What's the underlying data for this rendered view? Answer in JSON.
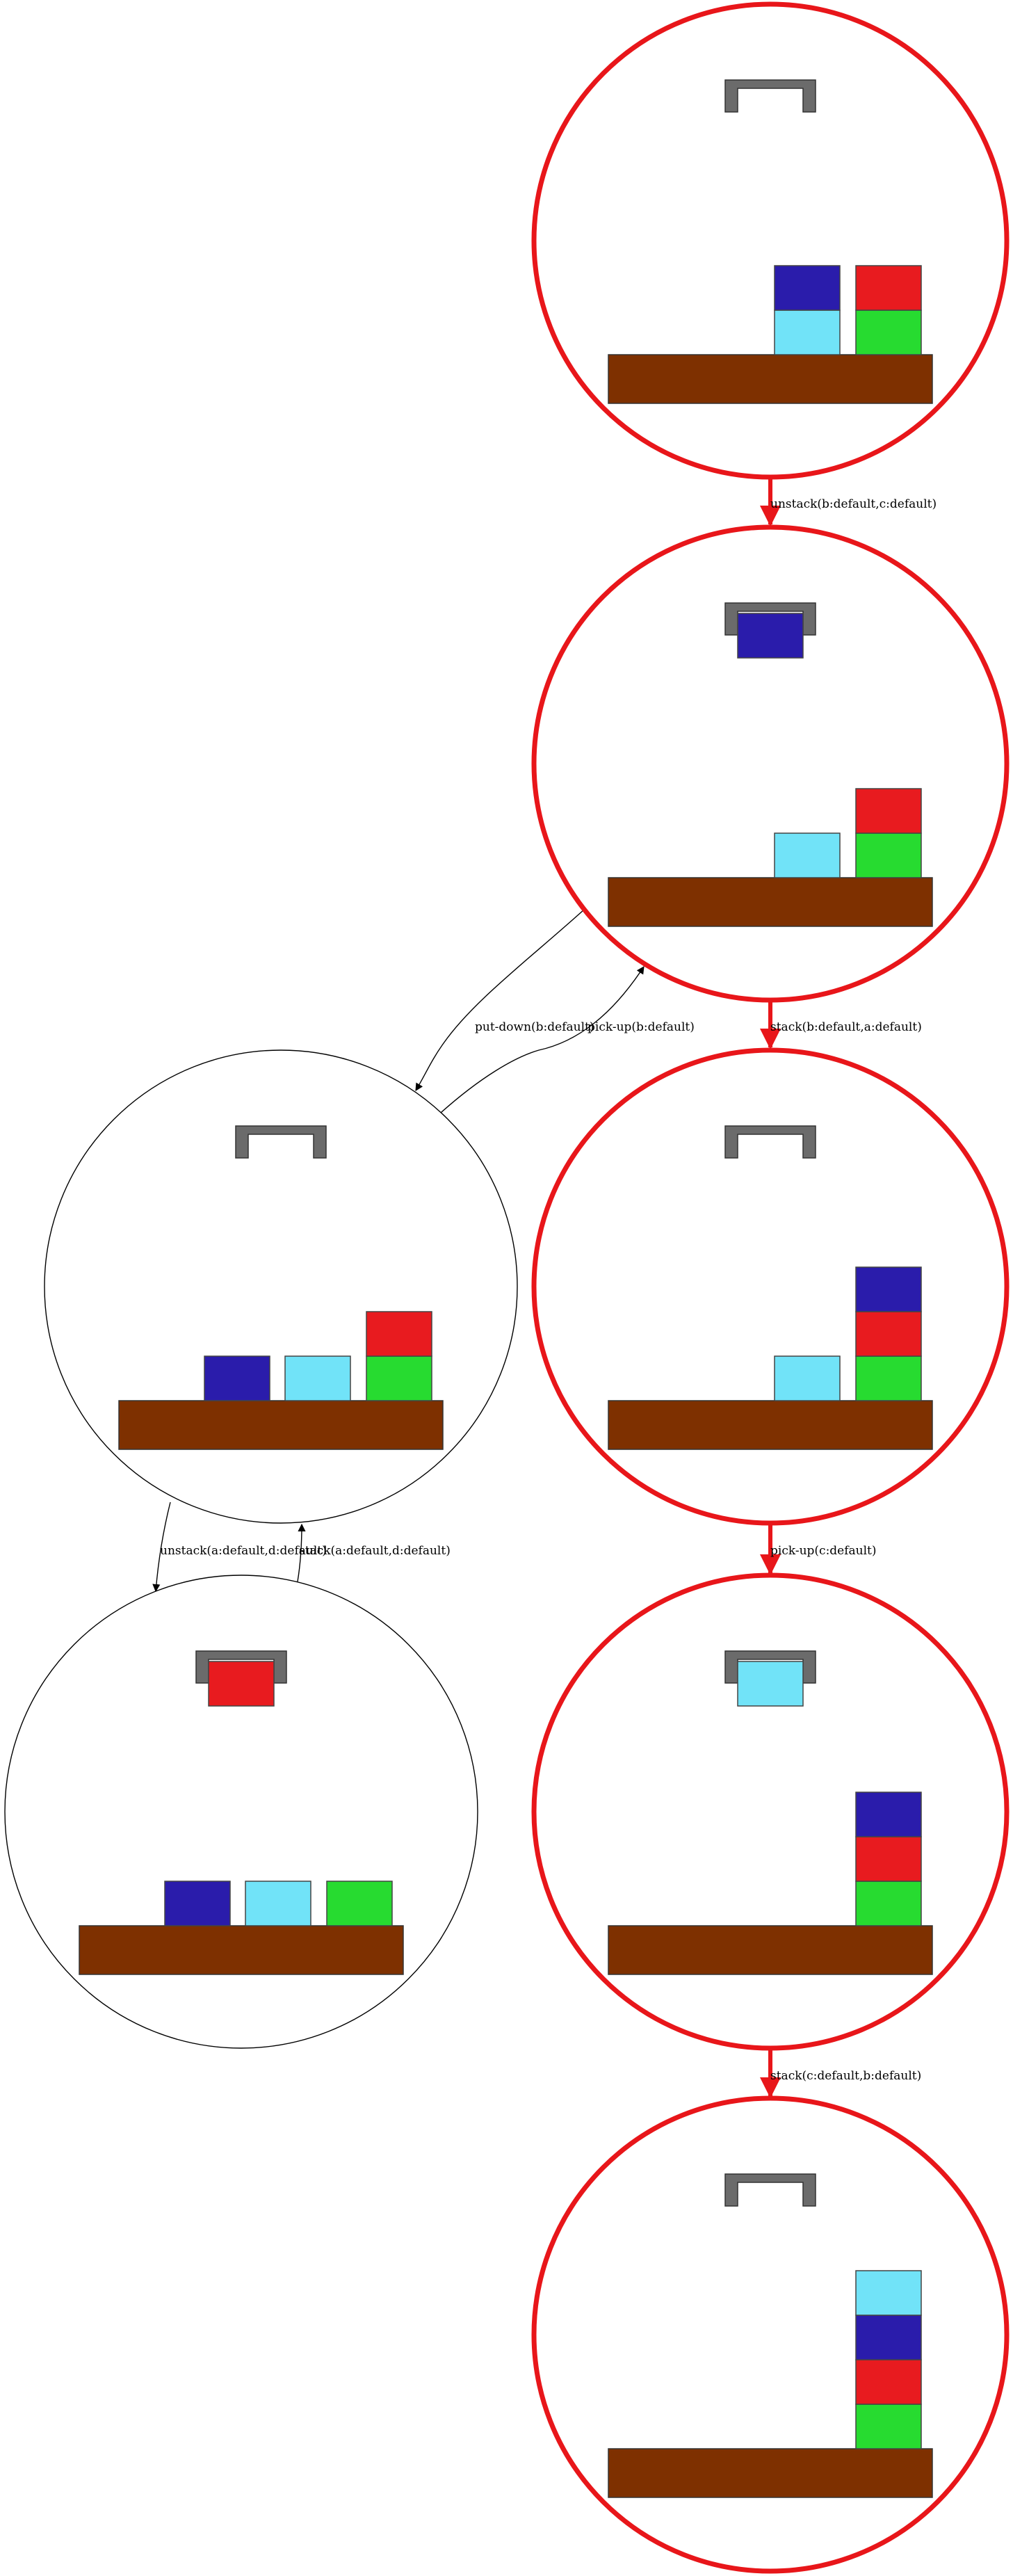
{
  "colors": {
    "highlight": "#e8161a",
    "normal": "#000000",
    "table": "#7e3000",
    "gripper": "#6b6b6b",
    "a": "#e81b1f",
    "b": "#2a1cab",
    "c": "#71e3f8",
    "d": "#27db30"
  },
  "states": [
    {
      "id": "s0",
      "on_plan": true,
      "held": null,
      "towers": [
        [],
        [],
        [
          "c",
          "b"
        ],
        [
          "d",
          "a"
        ]
      ]
    },
    {
      "id": "s1",
      "on_plan": true,
      "held": "b",
      "towers": [
        [],
        [],
        [
          "c"
        ],
        [
          "d",
          "a"
        ]
      ]
    },
    {
      "id": "s2",
      "on_plan": false,
      "held": null,
      "towers": [
        [],
        [
          "b"
        ],
        [
          "c"
        ],
        [
          "d",
          "a"
        ]
      ]
    },
    {
      "id": "s3",
      "on_plan": true,
      "held": null,
      "towers": [
        [],
        [],
        [
          "c"
        ],
        [
          "d",
          "a",
          "b"
        ]
      ]
    },
    {
      "id": "s4",
      "on_plan": false,
      "held": "a",
      "towers": [
        [],
        [
          "b"
        ],
        [
          "c"
        ],
        [
          "d"
        ]
      ]
    },
    {
      "id": "s5",
      "on_plan": true,
      "held": "c",
      "towers": [
        [],
        [],
        [],
        [
          "d",
          "a",
          "b"
        ]
      ]
    },
    {
      "id": "s6",
      "on_plan": true,
      "held": null,
      "towers": [
        [],
        [],
        [],
        [
          "d",
          "a",
          "b",
          "c"
        ]
      ]
    }
  ],
  "edges": [
    {
      "id": "e0",
      "from": "s0",
      "to": "s1",
      "label": "unstack(b:default,c:default)",
      "on_plan": true
    },
    {
      "id": "e1",
      "from": "s1",
      "to": "s2",
      "label": "put-down(b:default)",
      "on_plan": false
    },
    {
      "id": "e2",
      "from": "s2",
      "to": "s1",
      "label": "pick-up(b:default)",
      "on_plan": false
    },
    {
      "id": "e3",
      "from": "s1",
      "to": "s3",
      "label": "stack(b:default,a:default)",
      "on_plan": true
    },
    {
      "id": "e4",
      "from": "s2",
      "to": "s4",
      "label": "unstack(a:default,d:default)",
      "on_plan": false
    },
    {
      "id": "e5",
      "from": "s4",
      "to": "s2",
      "label": "stack(a:default,d:default)",
      "on_plan": false
    },
    {
      "id": "e6",
      "from": "s3",
      "to": "s5",
      "label": "pick-up(c:default)",
      "on_plan": true
    },
    {
      "id": "e7",
      "from": "s5",
      "to": "s6",
      "label": "stack(c:default,b:default)",
      "on_plan": true
    }
  ]
}
